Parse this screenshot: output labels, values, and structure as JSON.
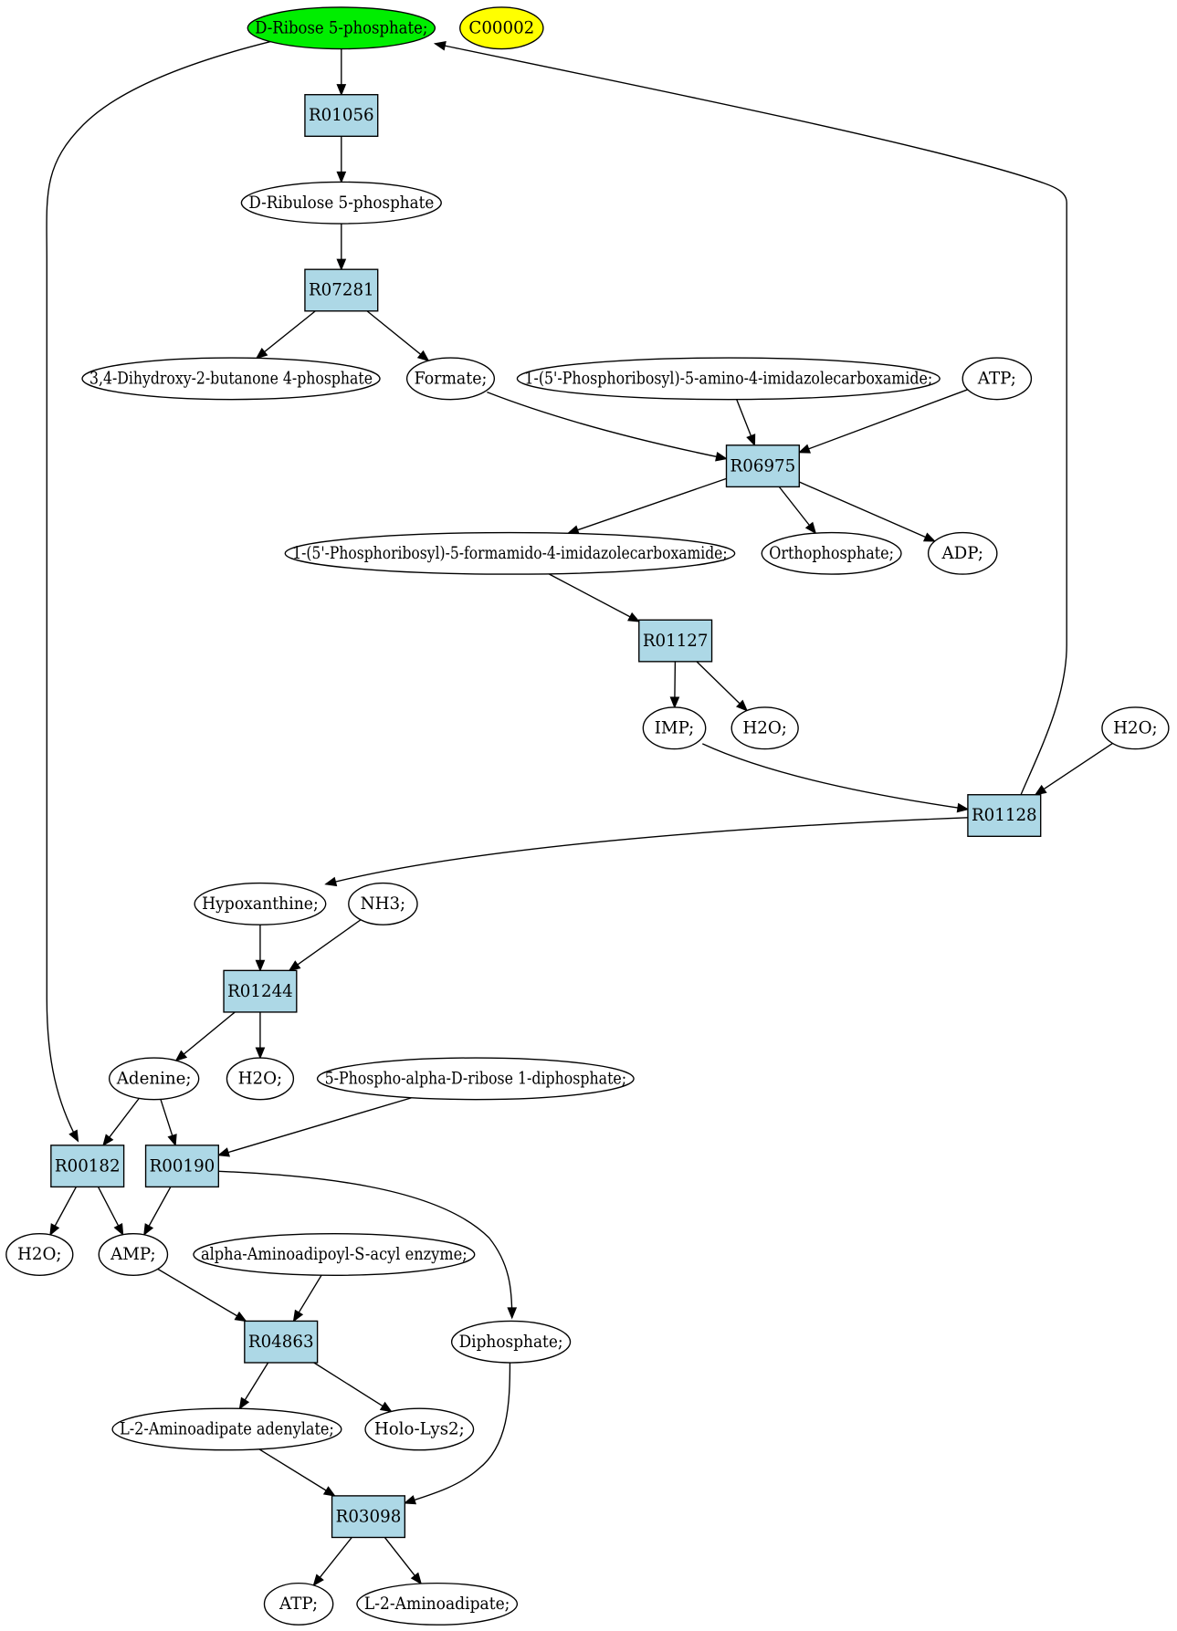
{
  "colors": {
    "reaction_fill": "#add8e6",
    "compound_fill": "#ffffff",
    "source_fill": "#00ee00",
    "highlight_fill": "#ffff00"
  },
  "nodes": [
    {
      "id": "n_d_ribose5p",
      "label": "D-Ribose 5-phosphate;",
      "kind": "source"
    },
    {
      "id": "n_c00002",
      "label": "C00002",
      "kind": "highlight"
    },
    {
      "id": "n_r01056",
      "label": "R01056",
      "kind": "reaction"
    },
    {
      "id": "n_d_ribulose5p",
      "label": "D-Ribulose 5-phosphate",
      "kind": "compound"
    },
    {
      "id": "n_r07281",
      "label": "R07281",
      "kind": "reaction"
    },
    {
      "id": "n_dhbp",
      "label": "3,4-Dihydroxy-2-butanone 4-phosphate",
      "kind": "compound"
    },
    {
      "id": "n_formate",
      "label": "Formate;",
      "kind": "compound"
    },
    {
      "id": "n_aicar",
      "label": "1-(5'-Phosphoribosyl)-5-amino-4-imidazolecarboxamide;",
      "kind": "compound"
    },
    {
      "id": "n_atp1",
      "label": "ATP;",
      "kind": "compound"
    },
    {
      "id": "n_r06975",
      "label": "R06975",
      "kind": "reaction"
    },
    {
      "id": "n_faicar",
      "label": "1-(5'-Phosphoribosyl)-5-formamido-4-imidazolecarboxamide;",
      "kind": "compound"
    },
    {
      "id": "n_ortho",
      "label": "Orthophosphate;",
      "kind": "compound"
    },
    {
      "id": "n_adp",
      "label": "ADP;",
      "kind": "compound"
    },
    {
      "id": "n_r01127",
      "label": "R01127",
      "kind": "reaction"
    },
    {
      "id": "n_imp",
      "label": "IMP;",
      "kind": "compound"
    },
    {
      "id": "n_h2o_a",
      "label": "H2O;",
      "kind": "compound"
    },
    {
      "id": "n_h2o_b",
      "label": "H2O;",
      "kind": "compound"
    },
    {
      "id": "n_r01128",
      "label": "R01128",
      "kind": "reaction"
    },
    {
      "id": "n_hypox",
      "label": "Hypoxanthine;",
      "kind": "compound"
    },
    {
      "id": "n_nh3",
      "label": "NH3;",
      "kind": "compound"
    },
    {
      "id": "n_r01244",
      "label": "R01244",
      "kind": "reaction"
    },
    {
      "id": "n_adenine",
      "label": "Adenine;",
      "kind": "compound"
    },
    {
      "id": "n_h2o_c",
      "label": "H2O;",
      "kind": "compound"
    },
    {
      "id": "n_prpp",
      "label": "5-Phospho-alpha-D-ribose 1-diphosphate;",
      "kind": "compound"
    },
    {
      "id": "n_r00182",
      "label": "R00182",
      "kind": "reaction"
    },
    {
      "id": "n_r00190",
      "label": "R00190",
      "kind": "reaction"
    },
    {
      "id": "n_h2o_d",
      "label": "H2O;",
      "kind": "compound"
    },
    {
      "id": "n_amp",
      "label": "AMP;",
      "kind": "compound"
    },
    {
      "id": "n_aasacyl",
      "label": "alpha-Aminoadipoyl-S-acyl enzyme;",
      "kind": "compound"
    },
    {
      "id": "n_r04863",
      "label": "R04863",
      "kind": "reaction"
    },
    {
      "id": "n_diphos",
      "label": "Diphosphate;",
      "kind": "compound"
    },
    {
      "id": "n_l2aa_aden",
      "label": "L-2-Aminoadipate adenylate;",
      "kind": "compound"
    },
    {
      "id": "n_holo",
      "label": "Holo-Lys2;",
      "kind": "compound"
    },
    {
      "id": "n_r03098",
      "label": "R03098",
      "kind": "reaction"
    },
    {
      "id": "n_atp2",
      "label": "ATP;",
      "kind": "compound"
    },
    {
      "id": "n_l2aa",
      "label": "L-2-Aminoadipate;",
      "kind": "compound"
    }
  ],
  "edges": [
    [
      "n_d_ribose5p",
      "n_r01056"
    ],
    [
      "n_r01056",
      "n_d_ribulose5p"
    ],
    [
      "n_d_ribulose5p",
      "n_r07281"
    ],
    [
      "n_r07281",
      "n_dhbp"
    ],
    [
      "n_r07281",
      "n_formate"
    ],
    [
      "n_formate",
      "n_r06975"
    ],
    [
      "n_aicar",
      "n_r06975"
    ],
    [
      "n_atp1",
      "n_r06975"
    ],
    [
      "n_r06975",
      "n_faicar"
    ],
    [
      "n_r06975",
      "n_ortho"
    ],
    [
      "n_r06975",
      "n_adp"
    ],
    [
      "n_faicar",
      "n_r01127"
    ],
    [
      "n_r01127",
      "n_imp"
    ],
    [
      "n_r01127",
      "n_h2o_a"
    ],
    [
      "n_imp",
      "n_r01128"
    ],
    [
      "n_h2o_b",
      "n_r01128"
    ],
    [
      "n_r01128",
      "n_d_ribose5p"
    ],
    [
      "n_r01128",
      "n_hypox"
    ],
    [
      "n_hypox",
      "n_r01244"
    ],
    [
      "n_nh3",
      "n_r01244"
    ],
    [
      "n_r01244",
      "n_adenine"
    ],
    [
      "n_r01244",
      "n_h2o_c"
    ],
    [
      "n_d_ribose5p",
      "n_r00182"
    ],
    [
      "n_adenine",
      "n_r00182"
    ],
    [
      "n_adenine",
      "n_r00190"
    ],
    [
      "n_prpp",
      "n_r00190"
    ],
    [
      "n_r00182",
      "n_h2o_d"
    ],
    [
      "n_r00182",
      "n_amp"
    ],
    [
      "n_r00190",
      "n_amp"
    ],
    [
      "n_r00190",
      "n_diphos"
    ],
    [
      "n_amp",
      "n_r04863"
    ],
    [
      "n_aasacyl",
      "n_r04863"
    ],
    [
      "n_r04863",
      "n_l2aa_aden"
    ],
    [
      "n_r04863",
      "n_holo"
    ],
    [
      "n_l2aa_aden",
      "n_r03098"
    ],
    [
      "n_diphos",
      "n_r03098"
    ],
    [
      "n_r03098",
      "n_atp2"
    ],
    [
      "n_r03098",
      "n_l2aa"
    ]
  ]
}
